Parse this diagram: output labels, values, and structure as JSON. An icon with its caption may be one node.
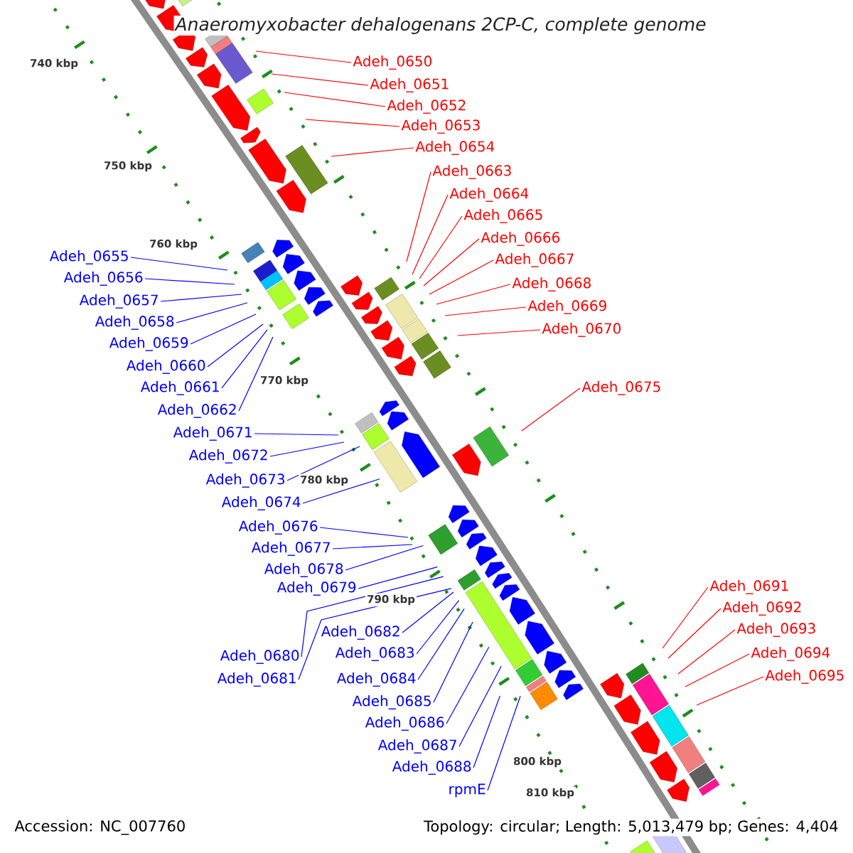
{
  "diagram": {
    "title": "Anaeromyxobacter dehalogenans 2CP-C, complete genome",
    "nodes": [
      {
        "text": [
          "Adeh_0650"
        ]
      },
      {
        "text": [
          "Adeh_0651"
        ]
      },
      {
        "text": [
          "Adeh_0652"
        ]
      },
      {
        "text": [
          "Adeh_0653"
        ]
      },
      {
        "text": [
          "Adeh_0654"
        ]
      },
      {
        "text": [
          "Adeh_0655"
        ]
      },
      {
        "text": [
          "Adeh_0656"
        ]
      },
      {
        "text": [
          "Adeh_0657"
        ]
      },
      {
        "text": [
          "Adeh_0658"
        ]
      },
      {
        "text": [
          "Adeh_0659"
        ]
      },
      {
        "text": [
          "Adeh_0660"
        ]
      },
      {
        "text": [
          "Adeh_0661"
        ]
      },
      {
        "text": [
          "Adeh_0662"
        ]
      },
      {
        "text": [
          "Adeh_0663"
        ]
      },
      {
        "text": [
          "Adeh_0664"
        ]
      },
      {
        "text": [
          "Adeh_0665"
        ]
      },
      {
        "text": [
          "Adeh_0666"
        ]
      },
      {
        "text": [
          "Adeh_0667"
        ]
      },
      {
        "text": [
          "Adeh_0668"
        ]
      },
      {
        "text": [
          "Adeh_0669"
        ]
      },
      {
        "text": [
          "Adeh_0670"
        ]
      },
      {
        "text": [
          "Adeh_0671"
        ]
      },
      {
        "text": [
          "Adeh_0672"
        ]
      },
      {
        "text": [
          "Adeh_0673"
        ]
      },
      {
        "text": [
          "Adeh_0674"
        ]
      },
      {
        "text": [
          "Adeh_0675"
        ]
      },
      {
        "text": [
          "Adeh_0676"
        ]
      },
      {
        "text": [
          "Adeh_0677"
        ]
      },
      {
        "text": [
          "Adeh_0678"
        ]
      },
      {
        "text": [
          "Adeh_0679"
        ]
      },
      {
        "text": [
          "Adeh_0680"
        ]
      },
      {
        "text": [
          "Adeh_0681"
        ]
      },
      {
        "text": [
          "Adeh_0682"
        ]
      },
      {
        "text": [
          "Adeh_0683"
        ]
      },
      {
        "text": [
          "Adeh_0684"
        ]
      },
      {
        "text": [
          "Adeh_0685"
        ]
      },
      {
        "text": [
          "Adeh_0686"
        ]
      },
      {
        "text": [
          "Adeh_0687"
        ]
      },
      {
        "text": [
          "Adeh_0688"
        ]
      },
      {
        "text": [
          "rpmE"
        ]
      },
      {
        "text": [
          "Adeh_0691"
        ]
      },
      {
        "text": [
          "Adeh_0692"
        ]
      },
      {
        "text": [
          "Adeh_0693"
        ]
      },
      {
        "text": [
          "Adeh_0694"
        ]
      },
      {
        "text": [
          "Adeh_0695"
        ]
      }
    ],
    "edges": [
      {
        "from": 0,
        "to": null,
        "arrow": "none",
        "color": "#ff0000"
      },
      {
        "from": 1,
        "to": null,
        "arrow": "none",
        "color": "#ff0000"
      },
      {
        "from": 2,
        "to": null,
        "arrow": "none",
        "color": "#ff0000"
      },
      {
        "from": 3,
        "to": null,
        "arrow": "none",
        "color": "#ff0000"
      },
      {
        "from": 4,
        "to": null,
        "arrow": "none",
        "color": "#ff0000"
      },
      {
        "from": 5,
        "to": null,
        "arrow": "none"
      },
      {
        "from": 6,
        "to": null,
        "arrow": "none"
      },
      {
        "from": 7,
        "to": null,
        "arrow": "none"
      },
      {
        "from": 8,
        "to": null,
        "arrow": "none"
      },
      {
        "from": 9,
        "to": null,
        "arrow": "none"
      },
      {
        "from": 10,
        "to": null,
        "arrow": "none"
      },
      {
        "from": 11,
        "to": null,
        "arrow": "none"
      },
      {
        "from": 12,
        "to": null,
        "arrow": "none"
      },
      {
        "from": 13,
        "to": null,
        "arrow": "none",
        "color": "#ff0000"
      },
      {
        "from": 14,
        "to": null,
        "arrow": "none",
        "color": "#ff0000"
      },
      {
        "from": 15,
        "to": null,
        "arrow": "none",
        "color": "#ff0000"
      },
      {
        "from": 16,
        "to": null,
        "arrow": "none",
        "color": "#ff0000"
      },
      {
        "from": 17,
        "to": null,
        "arrow": "none",
        "color": "#ff0000"
      },
      {
        "from": 18,
        "to": null,
        "arrow": "none",
        "color": "#ff0000"
      },
      {
        "from": 19,
        "to": null,
        "arrow": "none",
        "color": "#ff0000"
      },
      {
        "from": 20,
        "to": null,
        "arrow": "none",
        "color": "#ff0000"
      },
      {
        "from": 21,
        "to": null,
        "arrow": "none"
      },
      {
        "from": 22,
        "to": null,
        "arrow": "none"
      },
      {
        "from": 23,
        "to": null,
        "arrow": "none"
      },
      {
        "from": 24,
        "to": null,
        "arrow": "none"
      },
      {
        "from": 25,
        "to": null,
        "arrow": "none",
        "color": "#ff0000"
      },
      {
        "from": 26,
        "to": null,
        "arrow": "none"
      },
      {
        "from": 27,
        "to": null,
        "arrow": "none"
      },
      {
        "from": 28,
        "to": null,
        "arrow": "none"
      },
      {
        "from": 29,
        "to": null,
        "arrow": "none"
      },
      {
        "from": 30,
        "to": null,
        "arrow": "none"
      },
      {
        "from": 31,
        "to": null,
        "arrow": "none"
      },
      {
        "from": 32,
        "to": null,
        "arrow": "none"
      },
      {
        "from": 33,
        "to": null,
        "arrow": "none"
      },
      {
        "from": 34,
        "to": null,
        "arrow": "none"
      },
      {
        "from": 35,
        "to": null,
        "arrow": "none"
      },
      {
        "from": 36,
        "to": null,
        "arrow": "none"
      },
      {
        "from": 37,
        "to": null,
        "arrow": "none"
      },
      {
        "from": 38,
        "to": null,
        "arrow": "none"
      },
      {
        "from": 39,
        "to": null,
        "arrow": "none"
      },
      {
        "from": 40,
        "to": null,
        "arrow": "none",
        "color": "#ff0000"
      },
      {
        "from": 41,
        "to": null,
        "arrow": "none",
        "color": "#ff0000"
      },
      {
        "from": 42,
        "to": null,
        "arrow": "none",
        "color": "#ff0000"
      },
      {
        "from": 43,
        "to": null,
        "arrow": "none",
        "color": "#ff0000"
      },
      {
        "from": 44,
        "to": null,
        "arrow": "none",
        "color": "#ff0000"
      }
    ],
    "labels": [
      "740 kbp",
      "750 kbp",
      "760 kbp",
      "770 kbp",
      "780 kbp",
      "790 kbp",
      "800 kbp",
      "810 kbp",
      "Accession: NC_007760",
      "Topology: circular; Length: 5,013,479 bp; Genes: 4,404"
    ]
  }
}
